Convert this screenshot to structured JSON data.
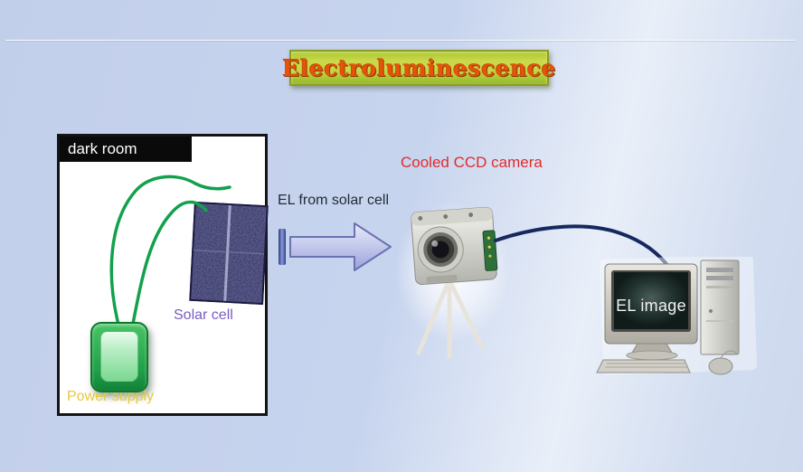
{
  "slide": {
    "title": "Electroluminescence"
  },
  "dark_room": {
    "header_label": "dark room",
    "solar_cell_label": "Solar cell",
    "power_supply_label": "Power supply"
  },
  "el_flow": {
    "label": "EL from solar cell"
  },
  "ccd_camera": {
    "caption": "Cooled CCD camera"
  },
  "computer": {
    "screen_label": "EL image"
  },
  "icons": {
    "flow_arrow": "right-block-arrow",
    "camera": "ccd-camera-photo",
    "computer": "desktop-computer-photo",
    "power_supply": "power-supply-device",
    "solar_cell": "solar-cell-photo",
    "wires": "green-wires",
    "cable": "navy-cable"
  },
  "colors": {
    "slide_bg": "#c7d4ee",
    "title_text": "#e8520a",
    "title_box_green": "#aac838",
    "title_box_border": "#8f9c22",
    "caption_red": "#e22b2b",
    "solar_cell_purple": "#7a5cc2",
    "power_supply_yellow": "#e9c83a",
    "wire_green": "#12a14c",
    "cable_navy": "#16285e",
    "arrow_fill": "#c6cbee",
    "arrow_stroke": "#6a72b2"
  }
}
